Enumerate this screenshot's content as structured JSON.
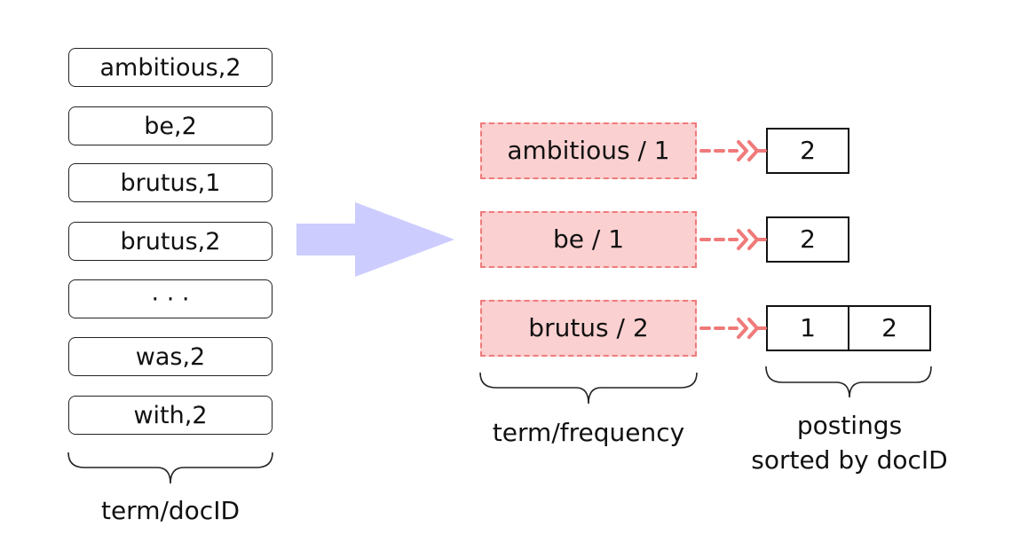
{
  "left_list": {
    "items": [
      {
        "label": "ambitious,2"
      },
      {
        "label": "be,2"
      },
      {
        "label": "brutus,1"
      },
      {
        "label": "brutus,2"
      },
      {
        "label": "· · ·"
      },
      {
        "label": "was,2"
      },
      {
        "label": "with,2"
      }
    ],
    "caption": "term/docID"
  },
  "dictionary": {
    "entries": [
      {
        "label": "ambitious / 1",
        "postings": [
          "2"
        ]
      },
      {
        "label": "be / 1",
        "postings": [
          "2"
        ]
      },
      {
        "label": "brutus / 2",
        "postings": [
          "1",
          "2"
        ]
      }
    ],
    "caption": "term/frequency"
  },
  "postings_caption": {
    "line1": "postings",
    "line2": "sorted by docID"
  },
  "colors": {
    "arrow_fill": "#ccccff",
    "dict_fill": "#fbd0d0",
    "dict_border": "#f07a7a",
    "pointer": "#f07a7a",
    "box_border": "#222222"
  }
}
